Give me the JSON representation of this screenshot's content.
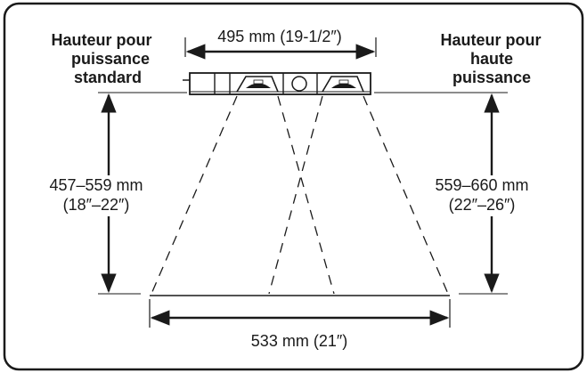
{
  "top_dimension": "495 mm (19-1/2″)",
  "left_heading": {
    "line1": "Hauteur pour",
    "line2": "puissance",
    "line3": "standard"
  },
  "right_heading": {
    "line1": "Hauteur pour",
    "line2": "haute",
    "line3": "puissance"
  },
  "left_height": {
    "mm": "457–559 mm",
    "inches": "(18″–22″)"
  },
  "right_height": {
    "mm": "559–660 mm",
    "inches": "(22″–26″)"
  },
  "bottom_dimension": "533 mm (21″)"
}
